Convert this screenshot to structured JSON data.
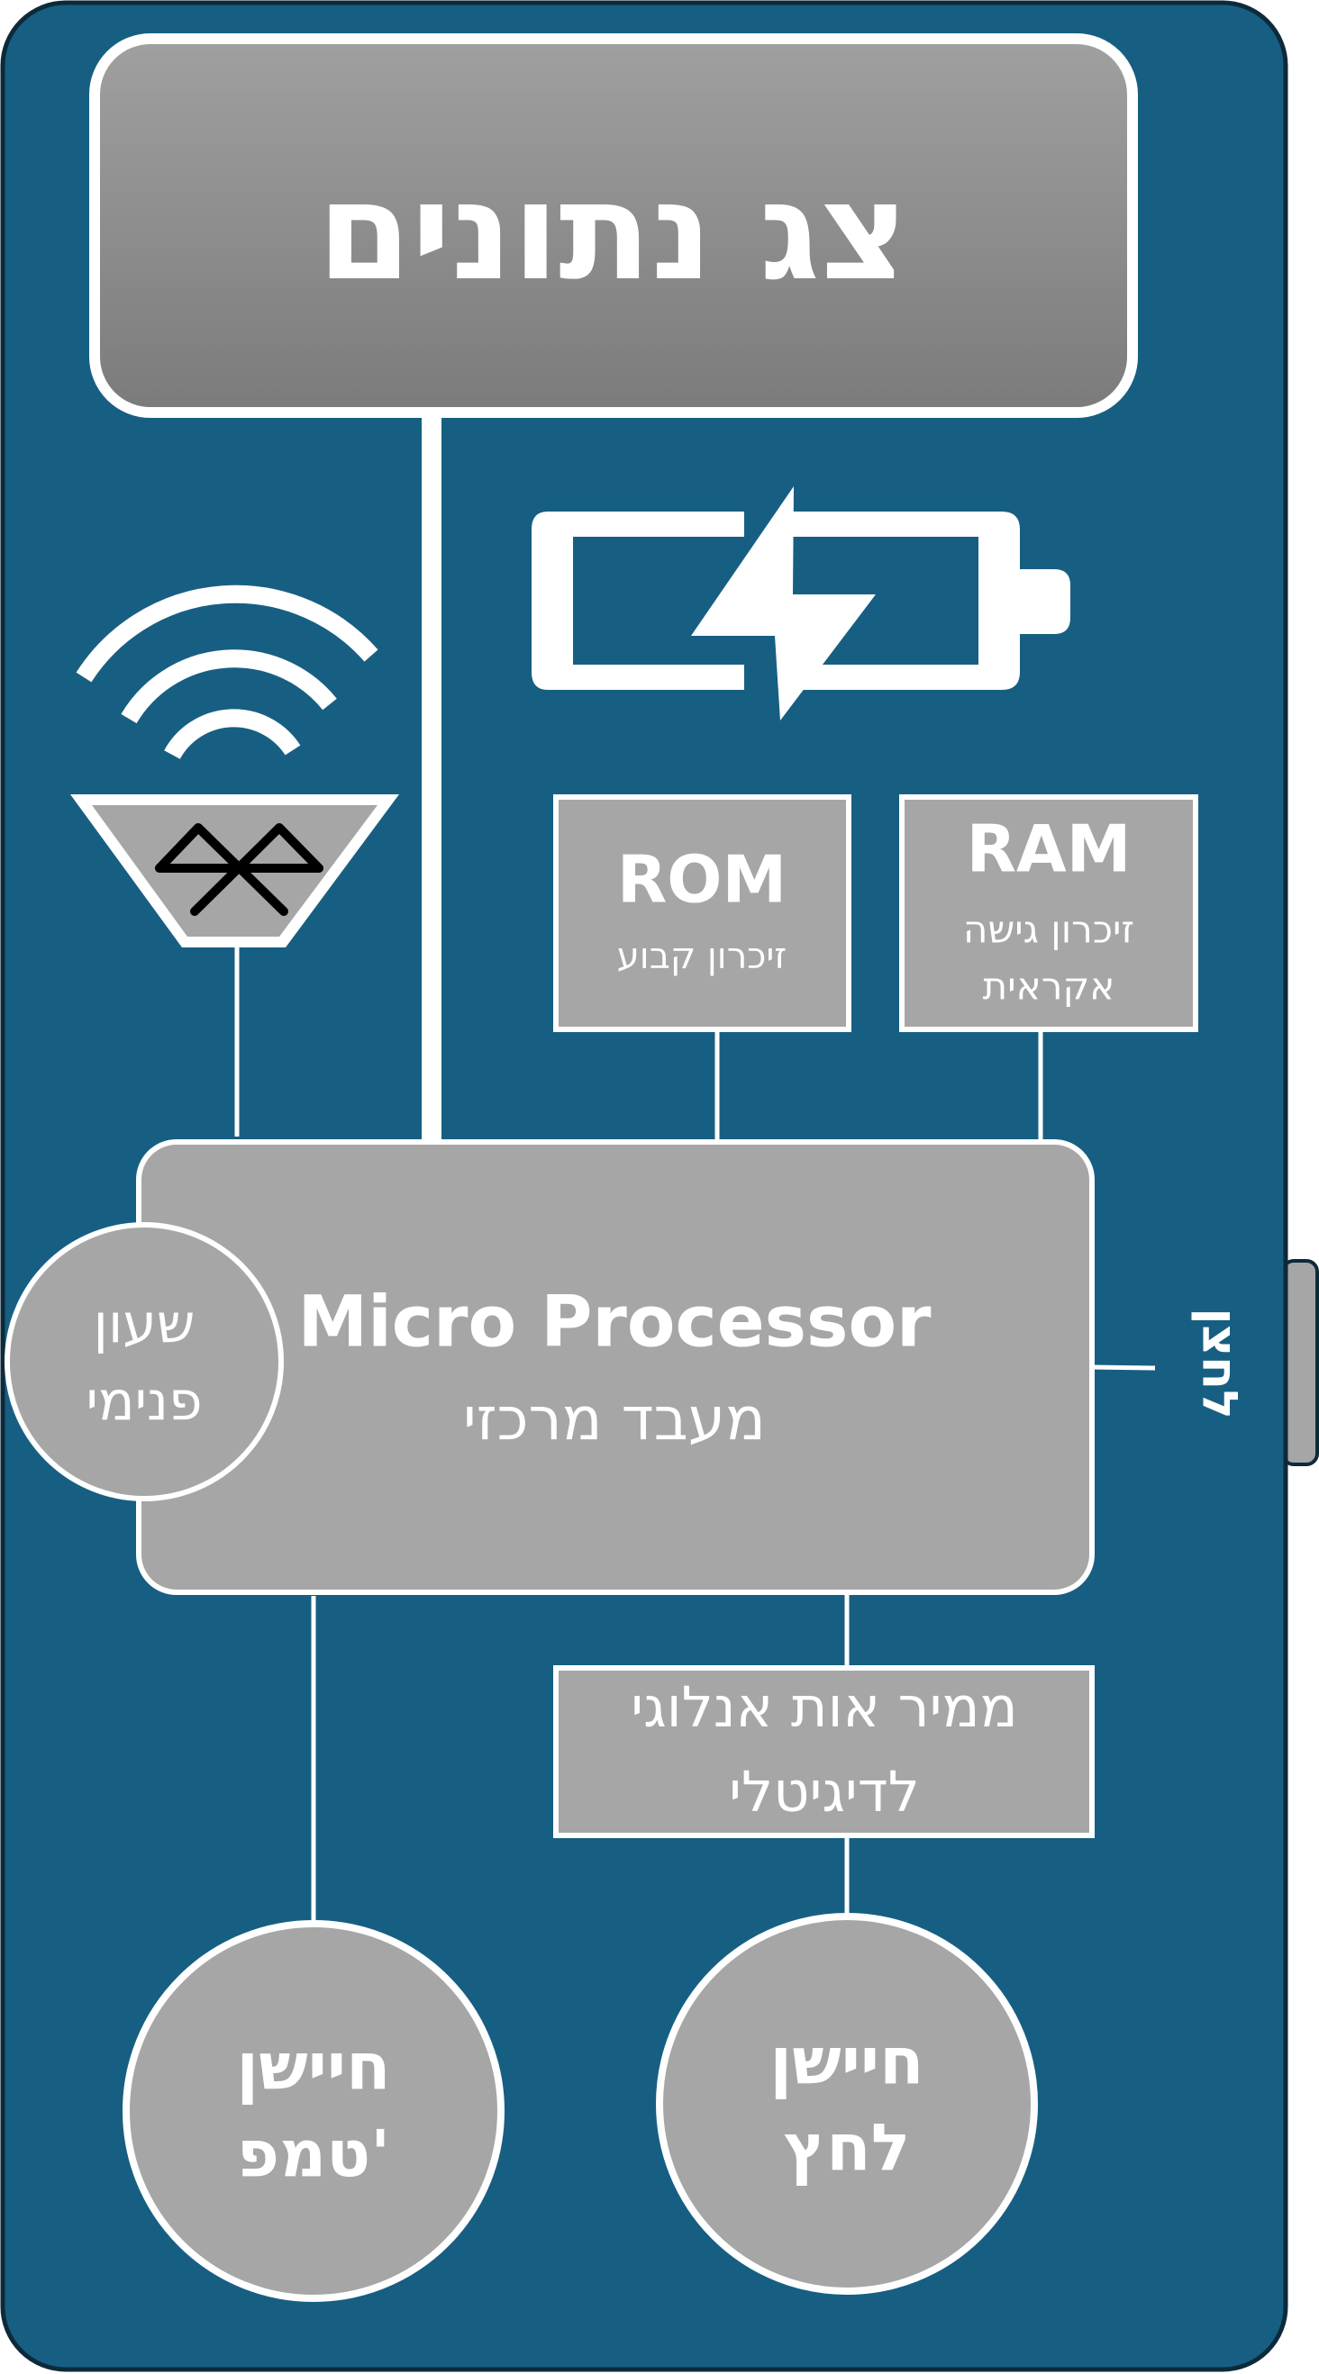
{
  "display": {
    "line1": "צג נתונים"
  },
  "rom": {
    "title": "ROM",
    "subtitle": "זיכרון קבוע"
  },
  "ram": {
    "title": "RAM",
    "line1": "זיכרון גישה",
    "line2": "אקראית"
  },
  "processor": {
    "title": "Micro Processor",
    "subtitle": "מעבד מרכזי"
  },
  "clock": {
    "line1": "שעון",
    "line2": "פנימי"
  },
  "button": {
    "label": "לחצן"
  },
  "adc": {
    "line1": "ממיר אות אנלוגי",
    "line2": "לדיגיטלי"
  },
  "temp_sensor": {
    "line1": "חיישן",
    "line2": "טמפ'"
  },
  "pressure_sensor": {
    "line1": "חיישן",
    "line2": "לחץ"
  },
  "icons": {
    "battery": "battery-charging-icon",
    "wireless": "wifi-waves-icon",
    "bluetooth": "bluetooth-icon"
  },
  "colors": {
    "board": "#175f82",
    "component": "#a6a6a6",
    "display_top": "#a0a0a0",
    "display_bottom": "#7b7b7b",
    "line": "#ffffff"
  }
}
